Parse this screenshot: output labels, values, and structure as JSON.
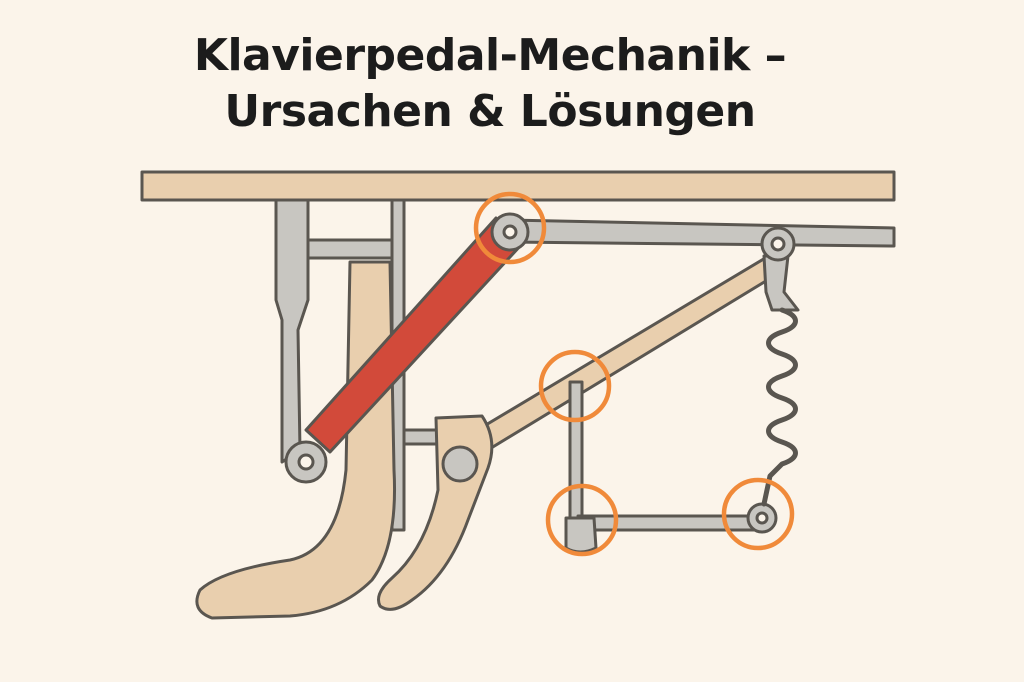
{
  "title": {
    "line1": "Klavierpedal-Mechanik –",
    "line2": "Ursachen & Lösungen"
  },
  "colors": {
    "background": "#fbf4ea",
    "wood": "#e9cfae",
    "metal": "#c8c6c1",
    "outline": "#5a5650",
    "highlight_rod": "#d24a3a",
    "marker": "#f08a3a"
  },
  "markers": [
    {
      "id": "upper-pivot-joint"
    },
    {
      "id": "lever-rod-junction"
    },
    {
      "id": "lower-left-joint"
    },
    {
      "id": "spring-anchor-joint"
    }
  ]
}
